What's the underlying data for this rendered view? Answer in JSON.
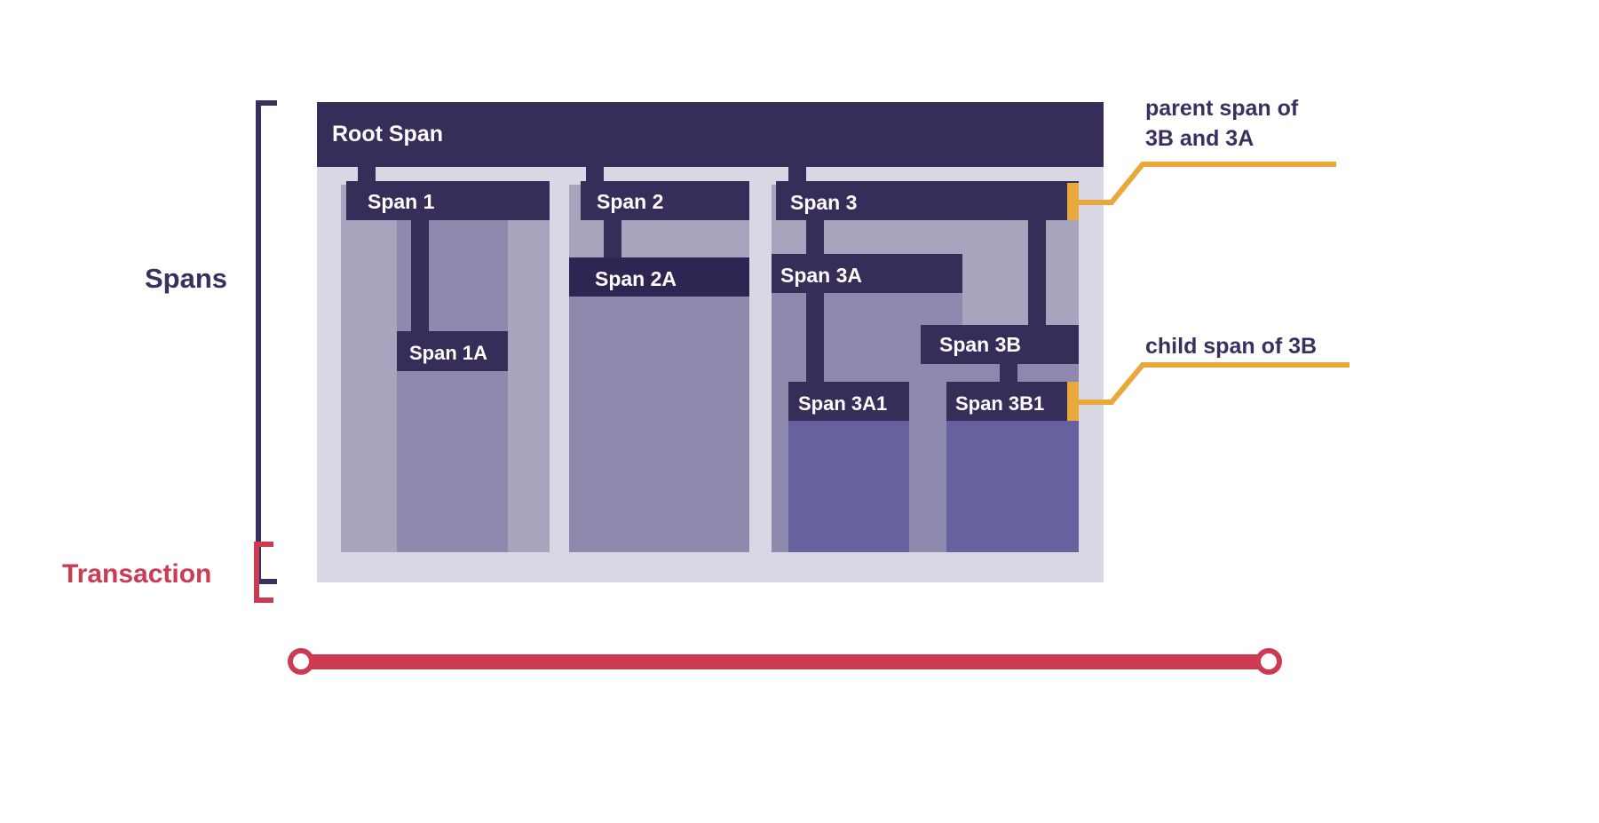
{
  "meta": {
    "title": "Distributed tracing spans and transaction diagram",
    "background": "#FFFFFF"
  },
  "colors": {
    "span_dark": "#362D59",
    "span_dark_alt": "#2E2553",
    "container_bg": "#D8D7E4",
    "fill_level1": "#A7A4BE",
    "fill_level2": "#8E8AAE",
    "fill_level3": "#7B77A8",
    "fill_level4": "#6761A0",
    "accent_orange": "#E9A83A",
    "transaction_red": "#CC3A54",
    "bracket_purple": "#3A3060",
    "text_dark": "#3A3060",
    "text_light": "#FFFFFF"
  },
  "labels": {
    "spans_group": "Spans",
    "transaction_group": "Transaction"
  },
  "spans": [
    {
      "id": "root",
      "name": "Root Span",
      "depth": 0,
      "parent": null
    },
    {
      "id": "s1",
      "name": "Span 1",
      "depth": 1,
      "parent": "root"
    },
    {
      "id": "s1a",
      "name": "Span 1A",
      "depth": 2,
      "parent": "s1"
    },
    {
      "id": "s2",
      "name": "Span 2",
      "depth": 1,
      "parent": "root"
    },
    {
      "id": "s2a",
      "name": "Span 2A",
      "depth": 2,
      "parent": "s2"
    },
    {
      "id": "s3",
      "name": "Span 3",
      "depth": 1,
      "parent": "root"
    },
    {
      "id": "s3a",
      "name": "Span 3A",
      "depth": 2,
      "parent": "s3"
    },
    {
      "id": "s3a1",
      "name": "Span 3A1",
      "depth": 3,
      "parent": "s3a"
    },
    {
      "id": "s3b",
      "name": "Span 3B",
      "depth": 2,
      "parent": "s3"
    },
    {
      "id": "s3b1",
      "name": "Span 3B1",
      "depth": 3,
      "parent": "s3b"
    }
  ],
  "annotations": [
    {
      "id": "annotation-parent",
      "line1": "parent span of",
      "line2": "3B and 3A",
      "target": "Span 3"
    },
    {
      "id": "annotation-child",
      "line1": "child span of 3B",
      "line2": "",
      "target": "Span 3B1"
    }
  ],
  "transaction": {
    "label": "Transaction",
    "start_marker": "circle",
    "end_marker": "circle"
  }
}
